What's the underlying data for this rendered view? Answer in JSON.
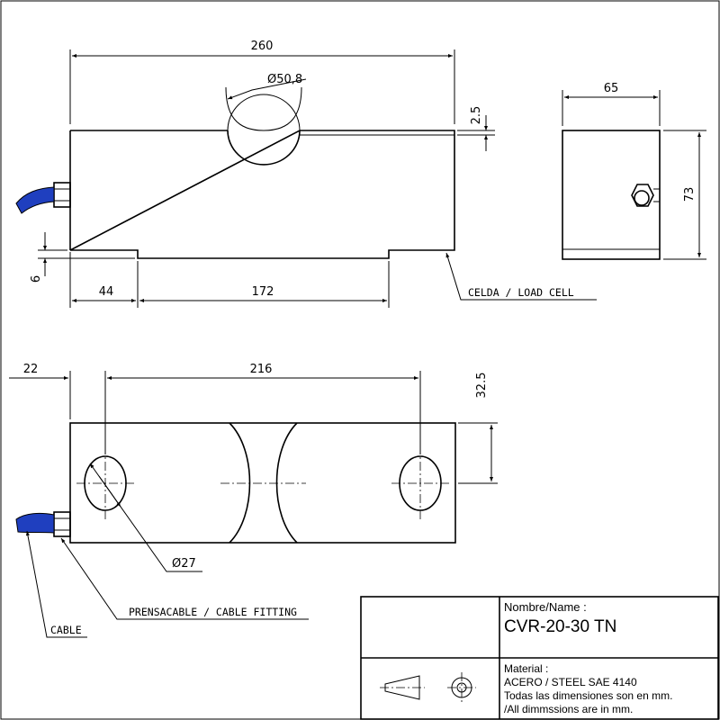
{
  "dimensions": {
    "overall_length": "260",
    "hole_diameter": "Ø50,8",
    "top_offset": "2.5",
    "width": "65",
    "height": "73",
    "base_step": "6",
    "left_recess": "44",
    "recess_length": "172",
    "mount_offset": "22",
    "mount_spacing": "216",
    "mount_center_offset": "32.5",
    "mount_hole_diameter": "Ø27"
  },
  "labels": {
    "load_cell": "CELDA / LOAD CELL",
    "cable_fitting": "PRENSACABLE / CABLE FITTING",
    "cable": "CABLE"
  },
  "title_block": {
    "name_label": "Nombre/Name :",
    "name_value": "CVR-20-30 TN",
    "material_label": "Material :",
    "material_value": "ACERO / STEEL SAE 4140",
    "note_es": "Todas las dimensiones son en mm.",
    "note_en": "/All dimmssions are in mm."
  },
  "colors": {
    "line": "#000000",
    "cable": "#1f3fbf",
    "background": "#ffffff"
  },
  "icons": [
    "truncated-cone-projection-icon",
    "first-angle-projection-circle-icon"
  ]
}
